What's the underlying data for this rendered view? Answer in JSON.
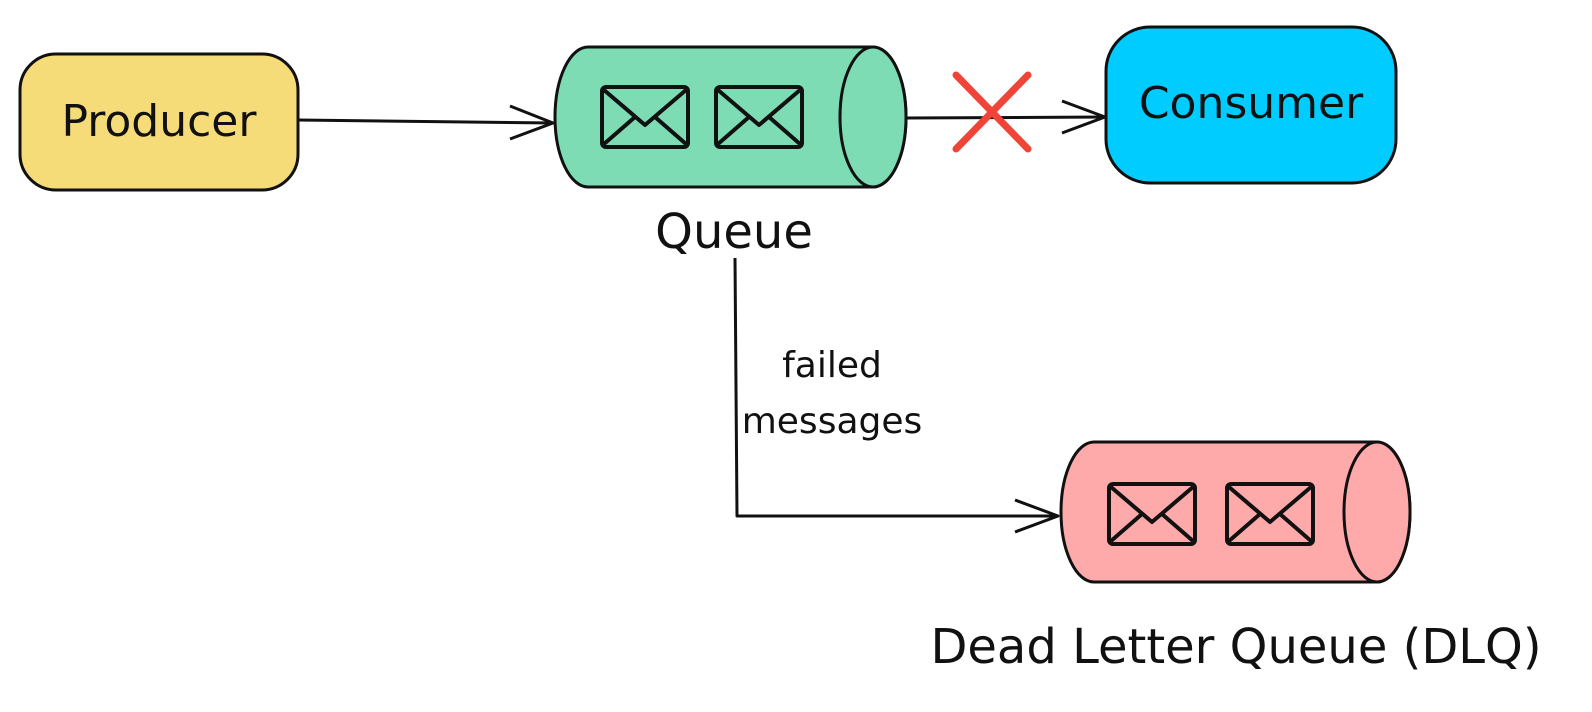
{
  "diagram": {
    "nodes": {
      "producer": {
        "label": "Producer",
        "color": "#F5DC78"
      },
      "queue": {
        "label": "Queue",
        "color": "#7DDCB4",
        "message_count": 2
      },
      "consumer": {
        "label": "Consumer",
        "color": "#00CCFF"
      },
      "dlq": {
        "label": "Dead Letter Queue (DLQ)",
        "color": "#FFAAAA",
        "message_count": 2
      }
    },
    "edges": {
      "producer_to_queue": {
        "from": "Producer",
        "to": "Queue"
      },
      "queue_to_consumer": {
        "from": "Queue",
        "to": "Consumer",
        "status": "blocked",
        "status_icon": "cross-icon",
        "status_color": "#F04438"
      },
      "queue_to_dlq": {
        "from": "Queue",
        "to": "Dead Letter Queue (DLQ)",
        "label_line1": "failed",
        "label_line2": "messages"
      }
    },
    "icons": {
      "message": "envelope-icon"
    },
    "stroke_color": "#111111"
  }
}
